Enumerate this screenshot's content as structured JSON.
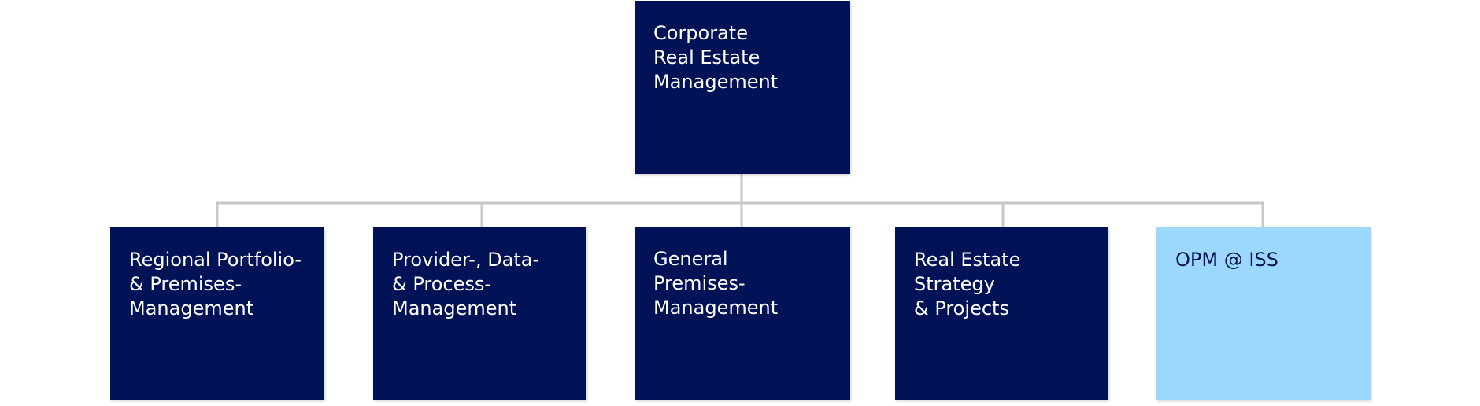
{
  "org_chart": {
    "root": {
      "label": "Corporate\nReal Estate\nManagement",
      "color": "#021256"
    },
    "children": [
      {
        "label": "Regional Portfolio-\n& Premises-\nManagement",
        "color": "#021256"
      },
      {
        "label": "Provider-, Data-\n& Process-\nManagement",
        "color": "#021256"
      },
      {
        "label": "General\nPremises-\nManagement",
        "color": "#021256"
      },
      {
        "label": "Real Estate Strategy\n& Projects",
        "color": "#021256"
      },
      {
        "label": "OPM @ ISS",
        "color": "#9cd8fc"
      }
    ],
    "connector_color": "#c8c8c8"
  }
}
